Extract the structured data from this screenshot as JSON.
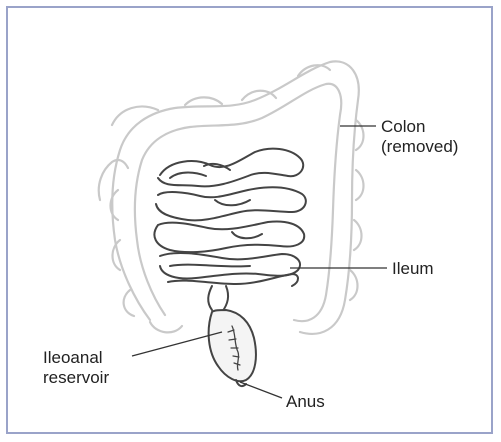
{
  "labels": {
    "colon_line1": "Colon",
    "colon_line2": "(removed)",
    "ileum": "Ileum",
    "reservoir_line1": "Ileoanal",
    "reservoir_line2": "reservoir",
    "anus": "Anus"
  }
}
